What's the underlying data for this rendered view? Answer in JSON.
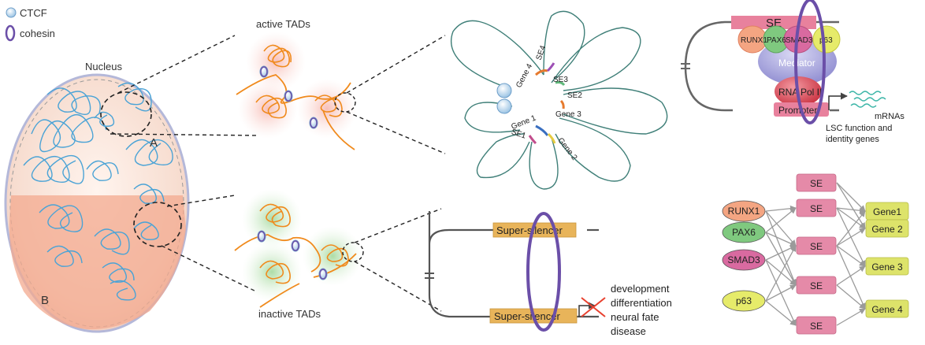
{
  "legend": {
    "ctcf": "CTCF",
    "cohesin": "cohesin"
  },
  "nucleus": {
    "title": "Nucleus",
    "compartment_a": "A",
    "compartment_b": "B"
  },
  "tads": {
    "active_label": "active TADs",
    "inactive_label": "inactive TADs"
  },
  "loop_diagram": {
    "labels": [
      "SE4",
      "Gene 4",
      "SE3",
      "SE2",
      "Gene 3",
      "Gene 1",
      "SE1",
      "Gene 2"
    ]
  },
  "enhancer_complex": {
    "se": "SE",
    "factors": [
      "RUNX1",
      "PAX6",
      "SMAD3",
      "p63"
    ],
    "mediator": "Mediator",
    "pol": "RNA Pol II",
    "promoter": "Promoter",
    "mrna": "mRNAs",
    "outcome_line1": "LSC function and",
    "outcome_line2": "identity genes"
  },
  "silencer": {
    "top": "Super-silencer",
    "bottom": "Super-silencer",
    "effects": [
      "development",
      "differentiation",
      "neural fate",
      "disease"
    ]
  },
  "network": {
    "tfs": [
      "RUNX1",
      "PAX6",
      "SMAD3",
      "p63"
    ],
    "se_nodes": [
      "SE",
      "SE",
      "SE",
      "SE",
      "SE"
    ],
    "genes": [
      "Gene1",
      "Gene 2",
      "Gene 3",
      "Gene 4"
    ]
  },
  "colors": {
    "chromatin": "#4aa3d6",
    "chromatin_fiber": "#f08a1c",
    "cohesin": "#6b4fa8",
    "se_pink": "#e58aa8",
    "super_silencer": "#e8b45a",
    "runx1": "#f4a582",
    "pax6": "#7fc97f",
    "smad3": "#d96aa0",
    "p63": "#e6eb6a",
    "gene": "#dde36a",
    "mediator": "#9a98d6",
    "pol": "#d94b5a",
    "inhibit_x": "#e8412f"
  }
}
